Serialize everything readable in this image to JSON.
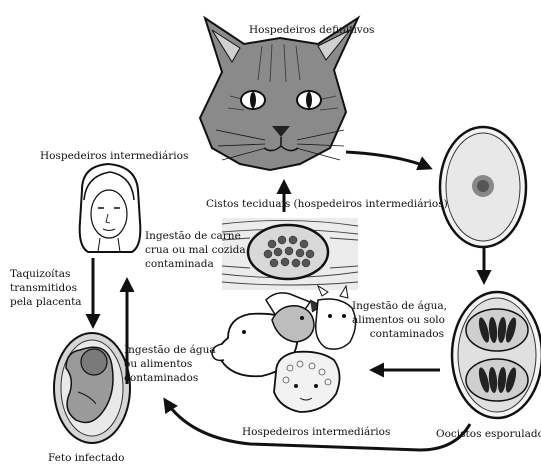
{
  "labels": {
    "definitive_hosts": "Hospedeiros definitivos",
    "intermediate_hosts_left": "Hospedeiros intermediários",
    "tissue_cysts": "Cistos teciduais (hospedeiros intermediários)",
    "raw_meat_line1": "Ingestão de carne",
    "raw_meat_line2": "crua ou mal cozida",
    "raw_meat_line3": "contaminada",
    "tachyzoites_line1": "Taquizoítas",
    "tachyzoites_line2": "transmitidos",
    "tachyzoites_line3": "pela placenta",
    "water_food_mid_line1": "Ingestão de água",
    "water_food_mid_line2": "ou alimentos",
    "water_food_mid_line3": "contaminados",
    "water_food_right_line1": "Ingestão de água,",
    "water_food_right_line2": "alimentos ou solo",
    "water_food_right_line3": "contaminados",
    "intermediate_hosts_bottom": "Hospedeiros intermediários",
    "sporulated_oocysts": "Oocistos esporulados",
    "infected_fetus": "Feto infectado"
  },
  "icons": [
    "cat-head-icon",
    "oocyst-icon",
    "sporulated-oocyst-icon",
    "tissue-cyst-icon",
    "woman-face-icon",
    "fetus-icon",
    "farm-animals-icon"
  ],
  "colors": {
    "ink": "#111111",
    "background": "#ffffff"
  }
}
